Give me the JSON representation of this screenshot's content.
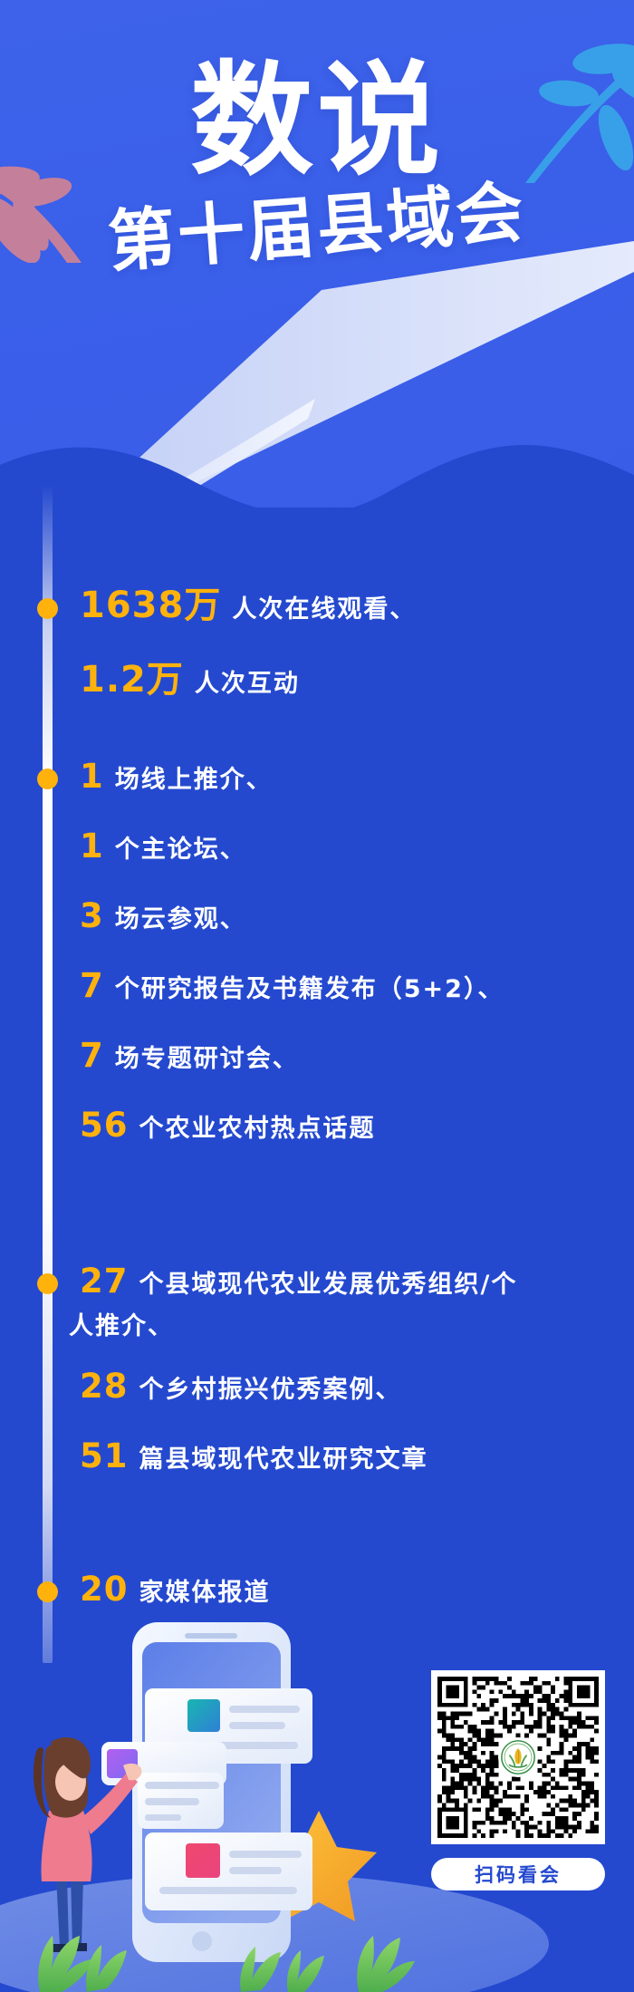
{
  "poster": {
    "title_main": "数说",
    "title_sub": "第十届县域会"
  },
  "colors": {
    "bg_body": "#2449cf",
    "bg_header": "#3a5fe9",
    "accent_number": "#ffb20c",
    "text": "#ffffff",
    "leaf_left": "#c4809b",
    "leaf_right": "#38a0e8"
  },
  "groups": [
    {
      "id": "viewership",
      "lines": [
        {
          "number": "1638万",
          "text": "人次在线观看、"
        },
        {
          "number": "1.2万",
          "text": "人次互动"
        }
      ]
    },
    {
      "id": "events",
      "lines": [
        {
          "number": "1",
          "text": "场线上推介、"
        },
        {
          "number": "1",
          "text": "个主论坛、"
        },
        {
          "number": "3",
          "text": "场云参观、"
        },
        {
          "number": "7",
          "text": "个研究报告及书籍发布（5+2）、"
        },
        {
          "number": "7",
          "text": "场专题研讨会、"
        },
        {
          "number": "56",
          "text": "个农业农村热点话题"
        }
      ]
    },
    {
      "id": "achievements",
      "lines": [
        {
          "number": "27",
          "text": "个县域现代农业发展优秀组织/个",
          "text2": "人推介、"
        },
        {
          "number": "28",
          "text": "个乡村振兴优秀案例、"
        },
        {
          "number": "51",
          "text": "篇县域现代农业研究文章"
        }
      ]
    },
    {
      "id": "media",
      "lines": [
        {
          "number": "20",
          "text": "家媒体报道"
        }
      ]
    }
  ],
  "qr": {
    "label": "扫码看会",
    "logo_name": "green-wheat-emblem"
  }
}
